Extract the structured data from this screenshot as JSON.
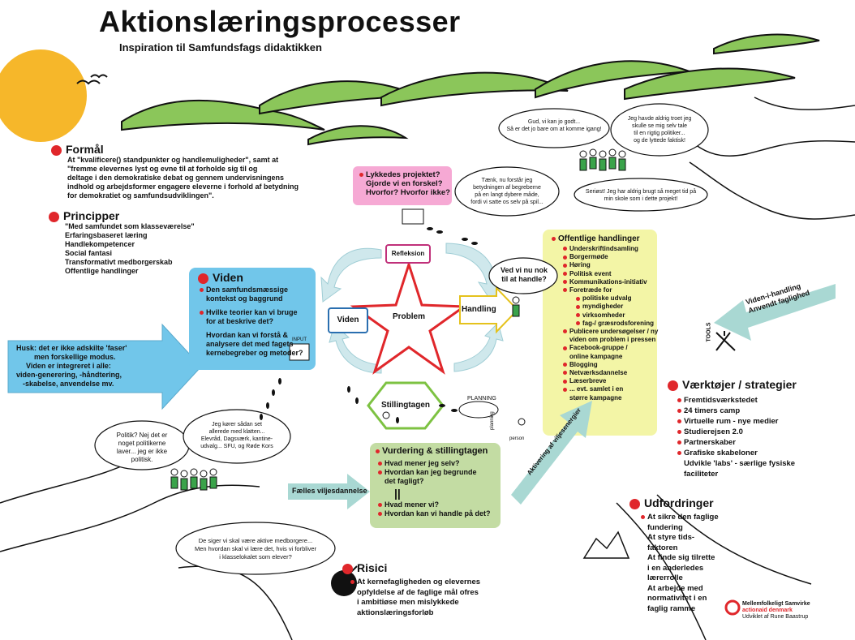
{
  "title": "Aktionslæringsprocesser",
  "subtitle": "Inspiration til Samfundsfags didaktikken",
  "formaal": {
    "heading": "Formål",
    "lines": [
      "At \"kvalificere() standpunkter og handlemuligheder\", samt at",
      "\"fremme elevernes lyst og evne til at forholde sig til og",
      "deltage i den demokratiske debat og gennem undervisningens",
      "indhold og arbejdsformer engagere eleverne i forhold af betydning",
      "for demokratiet og samfundsudviklingen\"."
    ]
  },
  "principper": {
    "heading": "Principper",
    "items": [
      "\"Med samfundet som klasseværelse\"",
      "Erfaringsbaseret læring",
      "Handlekompetencer",
      "Social fantasi",
      "Transformativt medborgerskab",
      "Offentlige handlinger"
    ]
  },
  "viden_box": {
    "heading": "Viden",
    "items": [
      [
        "Den samfundsmæssige",
        "kontekst og baggrund"
      ],
      [
        "Hvilke teorier kan vi bruge",
        "for at beskrive det?"
      ],
      [
        "Hvordan kan vi forstå &",
        "analysere det med fagets",
        "kernebegreber og metoder?"
      ]
    ]
  },
  "husk_arrow": [
    "Husk: det er ikke adskilte 'faser'",
    "men forskellige modus.",
    "Viden er integreret i alle:",
    "viden-generering, -håndtering,",
    "-skabelse, anvendelse mv."
  ],
  "cycle": {
    "center": "Problem",
    "top": "Refleksion",
    "left": "Viden",
    "right": "Handling",
    "bottom": "Stillingtagen"
  },
  "lykkedes": [
    "Lykkedes projektet?",
    "Gjorde vi en forskel?",
    "Hvorfor? Hvorfor ikke?"
  ],
  "ved_vi": [
    "Ved vi nu nok",
    "til at handle?"
  ],
  "offentlige": {
    "heading": "Offentlige handlinger",
    "items": [
      "Underskriftindsamling",
      "Borgermøde",
      "Høring",
      "Politisk event",
      "Kommunikations-initiativ",
      "Foretræde for"
    ],
    "subitems": [
      "politiske udvalg",
      "myndigheder",
      "virksomheder",
      "fag-/ græsrodsforening"
    ],
    "items2": [
      [
        "Publicere undersøgelser / ny",
        "viden om problem i pressen"
      ],
      [
        "Facebook-gruppe /",
        "online kampagne"
      ],
      [
        "Blogging"
      ],
      [
        "Netværksdannelse"
      ],
      [
        "Læserbreve"
      ],
      [
        "... evt. samlet i en",
        "større kampagne"
      ]
    ]
  },
  "viden_handling_arrow": [
    "Viden-i-handling",
    "Anvendt faglighed"
  ],
  "vaerktoejer": {
    "heading": "Værktøjer / strategier",
    "items": [
      "Fremtidsværkstedet",
      "24 timers camp",
      "Virtuelle rum - nye medier",
      "Studierejsen 2.0",
      "Partnerskaber",
      "Grafiske skabeloner"
    ],
    "extra": [
      "Udvikle 'labs' - særlige fysiske",
      "faciliteter"
    ]
  },
  "udfordringer": {
    "heading": "Udfordringer",
    "lines": [
      "At sikre den faglige",
      "fundering",
      "At styre tids-",
      "faktoren",
      "At finde sig tilrette",
      "i en anderledes",
      "lærerrolle",
      "At arbejde med",
      "normativitet i en",
      "faglig ramme"
    ]
  },
  "vurdering": {
    "heading": "Vurdering & stillingtagen",
    "items": [
      "Hvad mener jeg selv?",
      "Hvordan kan jeg begrunde",
      "det fagligt?"
    ],
    "symbol": "||",
    "items2": [
      "Hvad mener vi?",
      "Hvordan kan vi handle på det?"
    ]
  },
  "faelles_arrow": "Fælles viljesdannelse",
  "aktivering_arrow": "Aktivering af viljesenergier",
  "risici": {
    "heading": "Risici",
    "lines": [
      "At kernefagligheden og elevernes",
      "opfyldelse af de faglige mål ofres",
      "i ambitiøse men mislykkede",
      "aktionslæringsforløb"
    ]
  },
  "bubbles": {
    "top1": [
      "Gud, vi kan jo godt...",
      "Så er det jo bare om at komme igang!"
    ],
    "top2": [
      "Jeg havde aldrig troet jeg",
      "skulle se mig selv tale",
      "til en rigtig politiker...",
      "og de lyttede faktisk!"
    ],
    "mid1": [
      "Tænk, nu forstår jeg",
      "betydningen af begreberne",
      "på en langt dybere måde,",
      "fordi vi satte os selv på spil..."
    ],
    "mid2": [
      "Seriøst! Jeg har aldrig brugt så meget tid på",
      "min skole som i dette projekt!"
    ],
    "low1": [
      "Politik? Nej det er",
      "noget politikerne",
      "laver... jeg er ikke",
      "politisk."
    ],
    "low2": [
      "Jeg kører sådan set",
      "allerede med klatten...",
      "Elevråd, Dagsværk, kantine-",
      "udvalg... SFU, og Røde Kors"
    ],
    "low3": [
      "De siger vi skal være aktive medborgere...",
      "Men hvordan skal vi lære det, hvis vi forbliver",
      "i klasselokalet som elever?"
    ]
  },
  "tags": {
    "input": "INPUT",
    "planning": "PLANNING",
    "tools": "TOOLS",
    "person": "person",
    "planning_side": "planning"
  },
  "logo": {
    "name": "Mellemfolkeligt Samvirke",
    "sub": "actionaid denmark",
    "credit": "Udviklet af Rune Baastrup"
  },
  "colors": {
    "accent_red": "#e0272b",
    "blue": "#71c6ea",
    "yellow": "#f3f5a6",
    "green_box": "#c3dca3",
    "teal_arrow": "#a9d8d3",
    "sun": "#f6b72a",
    "hills": "#8bc65a"
  }
}
